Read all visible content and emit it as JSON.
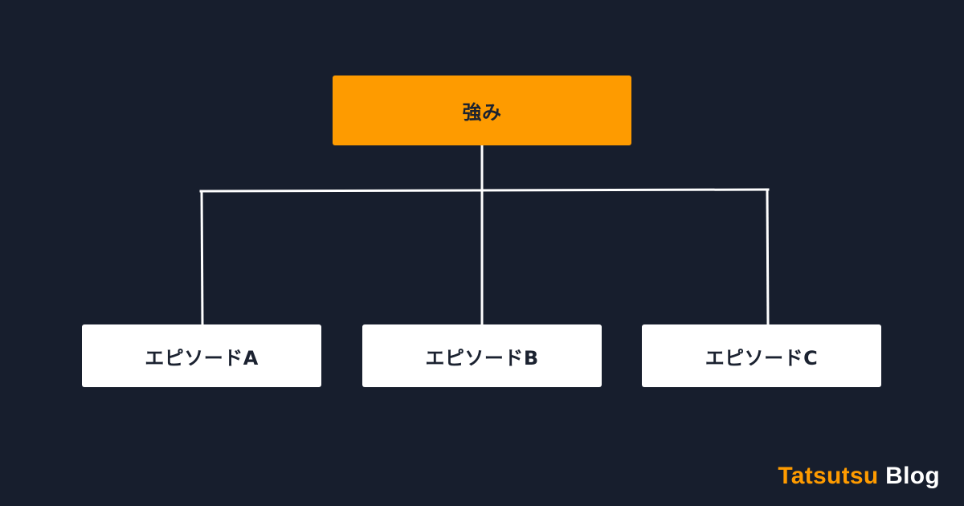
{
  "diagram": {
    "root": {
      "label": "強み"
    },
    "children": [
      {
        "label": "エピソードA"
      },
      {
        "label": "エピソードB"
      },
      {
        "label": "エピソードC"
      }
    ]
  },
  "brand": {
    "accent": "Tatsutsu",
    "rest": "Blog"
  },
  "colors": {
    "background": "#171e2d",
    "root_fill": "#fe9b00",
    "child_fill": "#ffffff",
    "connector": "#ffffff",
    "node_text": "#1b2230",
    "brand_accent": "#fe9b00",
    "brand_rest": "#ffffff"
  }
}
